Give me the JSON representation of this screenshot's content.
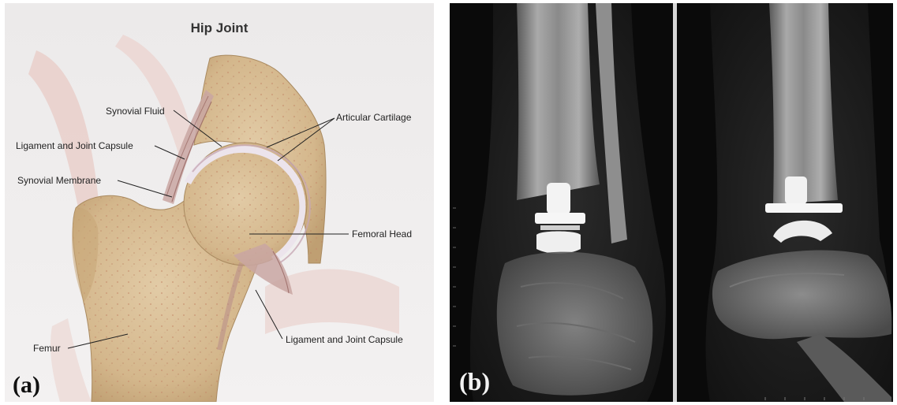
{
  "panel_a": {
    "title": "Hip Joint",
    "panel_label": "(a)",
    "labels": {
      "synovial_fluid": "Synovial Fluid",
      "ligament_capsule_top": "Ligament and Joint Capsule",
      "synovial_membrane": "Synovial Membrane",
      "articular_cartilage": "Articular Cartilage",
      "femoral_head": "Femoral Head",
      "ligament_capsule_bottom": "Ligament and Joint Capsule",
      "femur": "Femur"
    },
    "colors": {
      "bone": "#d9c09a",
      "bone_dark": "#b99a6e",
      "cartilage": "#e9e2ea",
      "capsule": "#c7a3a0",
      "muscle": "#e8c9c4",
      "background": "#eceaea"
    }
  },
  "panel_b": {
    "panel_label": "(b)",
    "colors": {
      "background": "#0b0b0b",
      "bone": "#9a9a9a",
      "implant": "#f5f5f5"
    }
  }
}
